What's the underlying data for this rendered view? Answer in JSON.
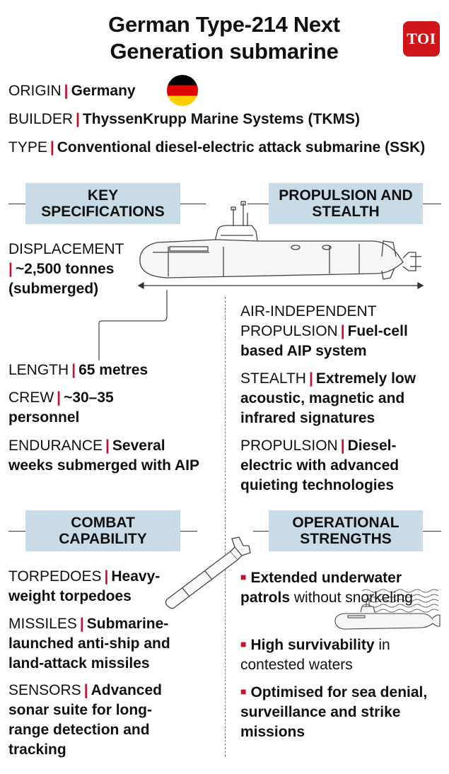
{
  "title": "German Type-214 Next Generation submarine",
  "logo": "TOI",
  "flag_icon": "germany-flag-icon",
  "accent_color": "#c8102e",
  "header_bg_color": "#c9dbe6",
  "info": {
    "origin": {
      "label": "ORIGIN",
      "value": "Germany"
    },
    "builder": {
      "label": "BUILDER",
      "value": "ThyssenKrupp Marine Systems (TKMS)"
    },
    "type": {
      "label": "TYPE",
      "value": "Conventional diesel-electric attack submarine (SSK)"
    }
  },
  "key_specs": {
    "header": "KEY SPECIFICATIONS",
    "displacement": {
      "label": "DISPLACEMENT",
      "value": "~2,500 tonnes (submerged)"
    },
    "length": {
      "label": "LENGTH",
      "value": "65 metres"
    },
    "crew": {
      "label": "CREW",
      "value": "~30–35 personnel"
    },
    "endurance": {
      "label": "ENDURANCE",
      "value": "Several weeks submerged with AIP"
    }
  },
  "propulsion": {
    "header": "PROPULSION AND STEALTH",
    "aip": {
      "label": "AIR-INDEPENDENT PROPULSION",
      "value": "Fuel-cell based AIP system"
    },
    "stealth": {
      "label": "STEALTH",
      "value": "Extremely low acoustic, magnetic and infrared signatures"
    },
    "propulsion": {
      "label": "PROPULSION",
      "value": "Diesel-electric with advanced quieting technologies"
    }
  },
  "combat": {
    "header": "COMBAT CAPABILITY",
    "torpedoes": {
      "label": "TORPEDOES",
      "value": "Heavy-weight torpedoes"
    },
    "missiles": {
      "label": "MISSILES",
      "value": "Submarine-launched anti-ship and land-attack missiles"
    },
    "sensors": {
      "label": "SENSORS",
      "value": "Advanced sonar suite for long-range detection and tracking"
    }
  },
  "strengths": {
    "header": "OPERATIONAL STRENGTHS",
    "items": [
      {
        "bold": "Extended underwater patrols",
        "rest": "without snorkeling"
      },
      {
        "bold": "High survivability",
        "rest": "in contested waters"
      },
      {
        "bold": "Optimised for sea denial, surveillance and strike missions",
        "rest": ""
      }
    ]
  }
}
